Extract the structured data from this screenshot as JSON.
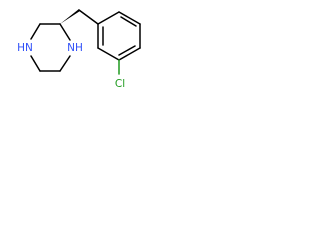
{
  "structure": {
    "atoms": {
      "nh_top": "NH",
      "hn_bottom": "HN",
      "chlorine": "Cl"
    },
    "colors": {
      "bond": "#000000",
      "nitrogen": "#3050f8",
      "chlorine": "#1f9a1f"
    },
    "stereo": "wedge-bond"
  }
}
